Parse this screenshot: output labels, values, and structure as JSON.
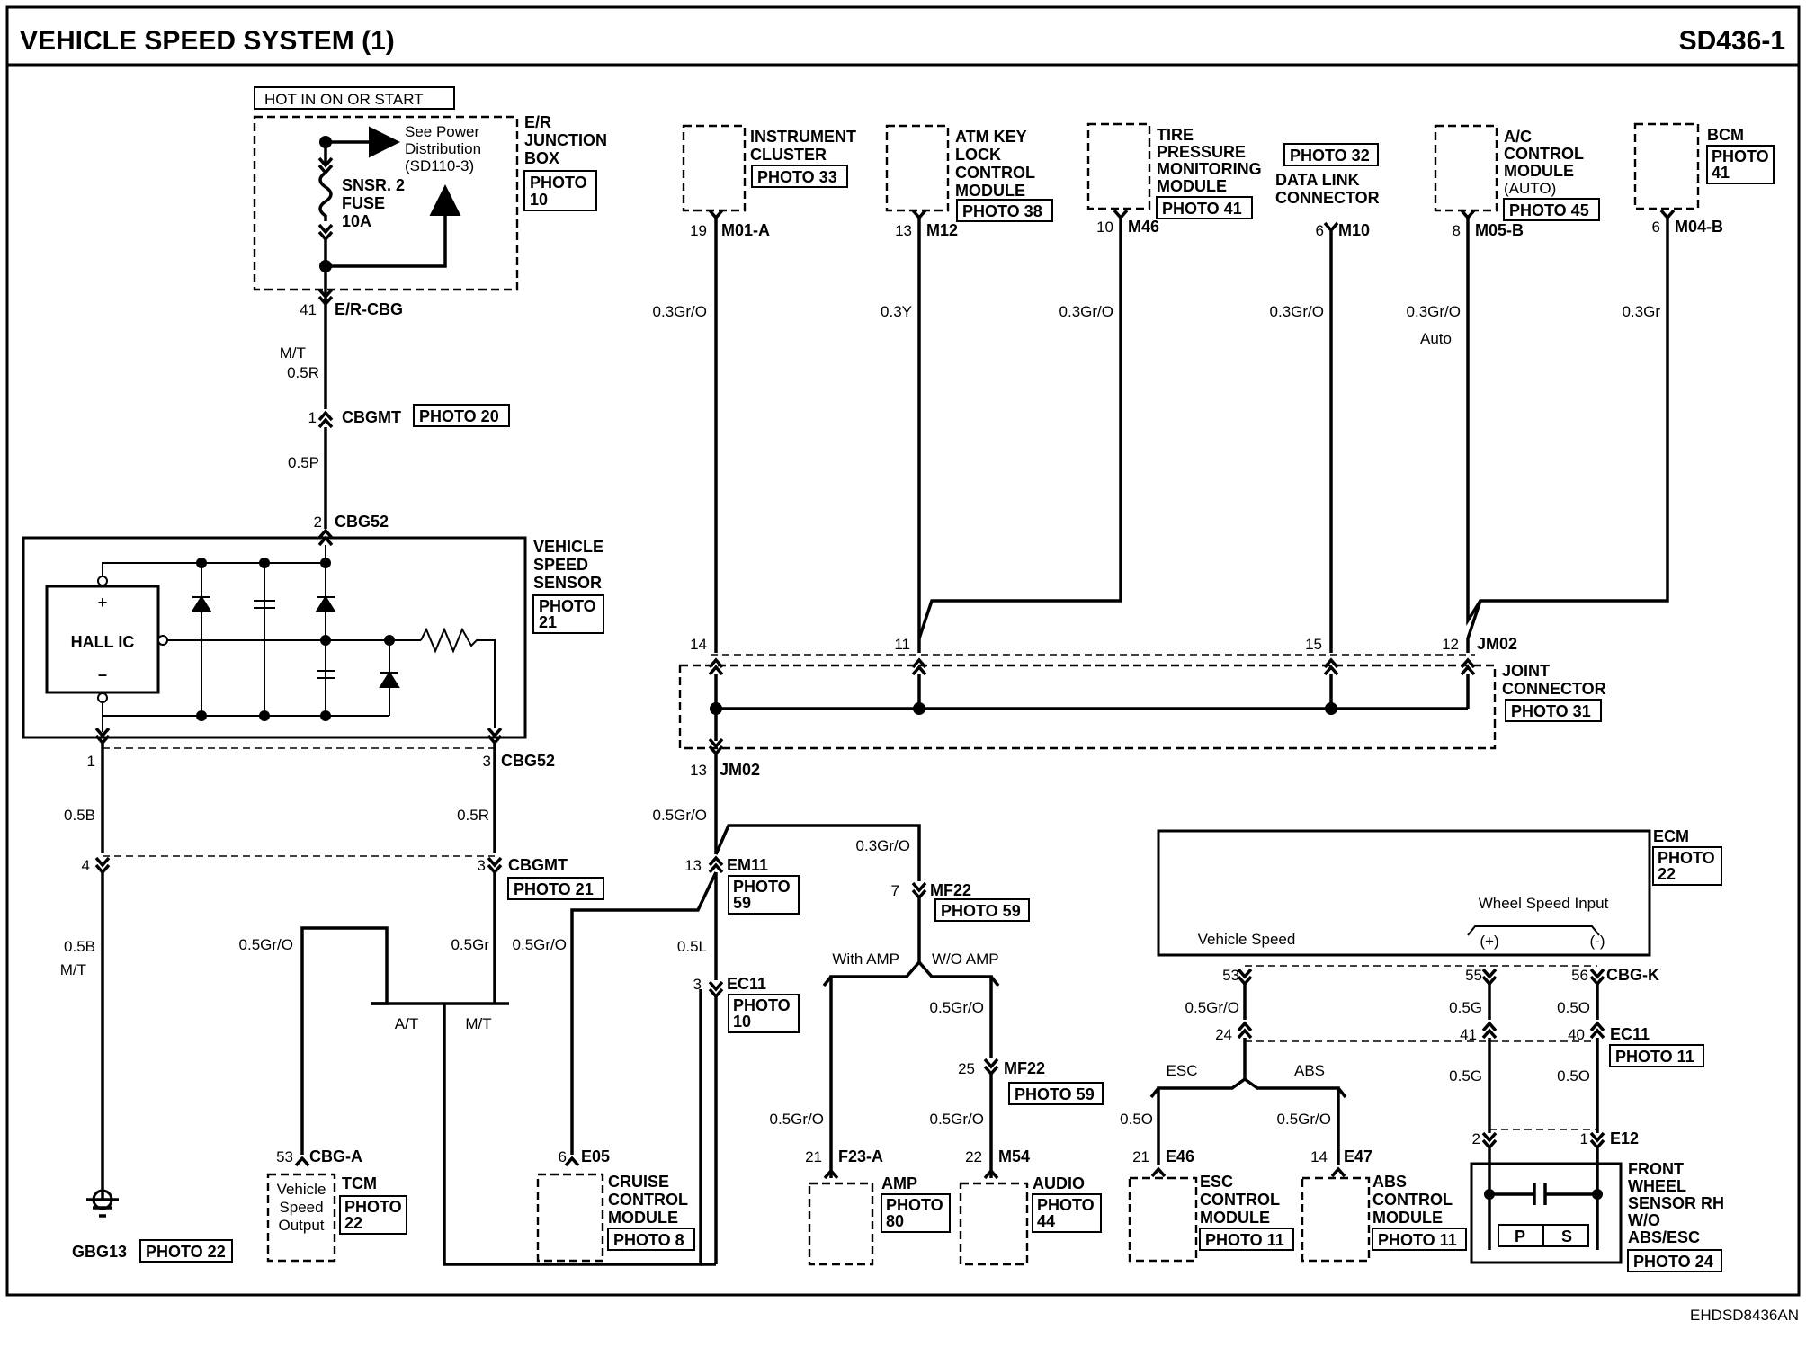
{
  "header": {
    "title": "VEHICLE SPEED SYSTEM (1)",
    "code": "SD436-1"
  },
  "footer": {
    "code": "EHDSD8436AN"
  },
  "junction_box": {
    "hot_label": "HOT IN ON OR START",
    "name": [
      "E/R",
      "JUNCTION",
      "BOX"
    ],
    "photo": [
      "PHOTO",
      "10"
    ],
    "see_power": [
      "See Power",
      "Distribution",
      "(SD110-3)"
    ],
    "fuse": [
      "SNSR. 2",
      "FUSE",
      "10A"
    ],
    "pin": "41",
    "connector": "E/R-CBG"
  },
  "left_path": {
    "mt_top": "M/T",
    "wire_05r": "0.5R",
    "cbgmt_pin": "1",
    "cbgmt": "CBGMT",
    "cbgmt_photo": "PHOTO 20",
    "wire_05p": "0.5P",
    "cbg52_pin": "2",
    "cbg52": "CBG52"
  },
  "sensor": {
    "name": [
      "VEHICLE",
      "SPEED",
      "SENSOR"
    ],
    "photo": [
      "PHOTO",
      "21"
    ],
    "hall": "HALL IC",
    "plus": "+",
    "minus": "–",
    "pin1": "1",
    "pin3": "3",
    "connector": "CBG52"
  },
  "lower_left": {
    "wire_05b": "0.5B",
    "wire_05r": "0.5R",
    "pin4": "4",
    "pin3": "3",
    "cbgmt": "CBGMT",
    "cbgmt_photo": "PHOTO 21",
    "wire_05b_2": "0.5B",
    "mt": "M/T",
    "wire_05gro": "0.5Gr/O",
    "wire_05gr": "0.5Gr",
    "wire_05gro_2": "0.5Gr/O",
    "at": "A/T",
    "mt2": "M/T",
    "ground": "GBG13",
    "ground_photo": "PHOTO 22",
    "tcm_pin": "53",
    "tcm_conn": "CBG-A",
    "tcm_inner": [
      "Vehicle",
      "Speed",
      "Output"
    ],
    "tcm_name": "TCM",
    "tcm_photo": [
      "PHOTO",
      "22"
    ]
  },
  "top_modules": [
    {
      "name": [
        "INSTRUMENT",
        "CLUSTER"
      ],
      "photo": "PHOTO 33",
      "pin": "19",
      "connector": "M01-A",
      "wire": "0.3Gr/O"
    },
    {
      "name": [
        "ATM KEY",
        "LOCK",
        "CONTROL",
        "MODULE"
      ],
      "photo": "PHOTO 38",
      "pin": "13",
      "connector": "M12",
      "wire": "0.3Y"
    },
    {
      "name": [
        "TIRE",
        "PRESSURE",
        "MONITORING",
        "MODULE"
      ],
      "photo": "PHOTO 41",
      "pin": "10",
      "connector": "M46",
      "wire": "0.3Gr/O"
    },
    {
      "name": [
        "DATA LINK",
        "CONNECTOR"
      ],
      "photo": "PHOTO 32",
      "pin": "6",
      "connector": "M10",
      "wire": "0.3Gr/O"
    },
    {
      "name": [
        "A/C",
        "CONTROL",
        "MODULE",
        "(AUTO)"
      ],
      "photo": "PHOTO 45",
      "pin": "8",
      "connector": "M05-B",
      "wire": "0.3Gr/O",
      "note": "Auto"
    },
    {
      "name": [
        "BCM"
      ],
      "photo": "PHOTO",
      "photo2": "41",
      "pin": "6",
      "connector": "M04-B",
      "wire": "0.3Gr"
    }
  ],
  "joint": {
    "pins": [
      "14",
      "11",
      "15",
      "12"
    ],
    "connector": "JM02",
    "name": [
      "JOINT",
      "CONNECTOR"
    ],
    "photo": "PHOTO 31",
    "out_pin": "13",
    "out_conn": "JM02"
  },
  "center": {
    "wire_05gro": "0.5Gr/O",
    "em11_pin": "13",
    "em11": "EM11",
    "em11_photo": [
      "PHOTO",
      "59"
    ],
    "wire_03gro": "0.3Gr/O",
    "mf22_pin": "7",
    "mf22": "MF22",
    "mf22_photo": "PHOTO 59",
    "wire_05l": "0.5L",
    "ec11_pin": "3",
    "ec11": "EC11",
    "ec11_photo": [
      "PHOTO",
      "10"
    ],
    "with_amp": "With AMP",
    "wo_amp": "W/O AMP",
    "wire_05gro_2": "0.5Gr/O",
    "mf22b_pin": "25",
    "mf22b": "MF22",
    "mf22b_photo": "PHOTO 59",
    "wire_amp": "0.5Gr/O",
    "wire_audio": "0.5Gr/O",
    "amp_pin": "21",
    "amp_conn": "F23-A",
    "amp_name": "AMP",
    "amp_photo": [
      "PHOTO",
      "80"
    ],
    "audio_pin": "22",
    "audio_conn": "M54",
    "audio_name": "AUDIO",
    "audio_photo": [
      "PHOTO",
      "44"
    ],
    "cruise_pin": "6",
    "cruise_conn": "E05",
    "cruise_name": [
      "CRUISE",
      "CONTROL",
      "MODULE"
    ],
    "cruise_photo": "PHOTO 8"
  },
  "ecm": {
    "name": "ECM",
    "photo": [
      "PHOTO",
      "22"
    ],
    "vehicle_speed": "Vehicle Speed",
    "wheel_speed": "Wheel Speed Input",
    "plus": "(+)",
    "minus": "(-)",
    "pins": [
      "53",
      "55",
      "56"
    ],
    "connector": "CBG-K",
    "w1": "0.5Gr/O",
    "w2": "0.5G",
    "w3": "0.5O",
    "ec11_pins": [
      "24",
      "41",
      "40"
    ],
    "ec11": "EC11",
    "ec11_photo": "PHOTO 11",
    "esc": "ESC",
    "abs": "ABS",
    "w4": "0.5O",
    "w5": "0.5Gr/O",
    "w6": "0.5G",
    "w7": "0.5O",
    "esc_pin": "21",
    "esc_conn": "E46",
    "esc_name": [
      "ESC",
      "CONTROL",
      "MODULE"
    ],
    "esc_photo": "PHOTO 11",
    "abs_pin": "14",
    "abs_conn": "E47",
    "abs_name": [
      "ABS",
      "CONTROL",
      "MODULE"
    ],
    "abs_photo": "PHOTO 11",
    "e12_pins": [
      "2",
      "1"
    ],
    "e12": "E12",
    "wheel_name": [
      "FRONT",
      "WHEEL",
      "SENSOR RH",
      "W/O",
      "ABS/ESC"
    ],
    "wheel_photo": "PHOTO 24",
    "p": "P",
    "s": "S"
  }
}
